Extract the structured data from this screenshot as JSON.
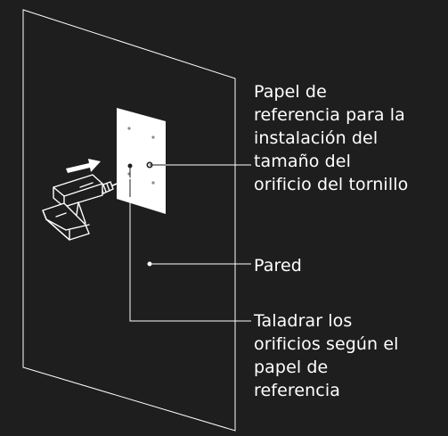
{
  "labels": {
    "reference_paper": {
      "lines": [
        "Papel de",
        "referencia para la",
        "instalación del",
        "tamaño del",
        "orificio del tornillo"
      ]
    },
    "wall": {
      "lines": [
        "Pared"
      ]
    },
    "drill_holes": {
      "lines": [
        "Taladrar los",
        "orificios según el",
        "papel de",
        "referencia"
      ]
    }
  },
  "colors": {
    "background": "#1e1e1e",
    "line": "#ffffff",
    "text": "#ffffff"
  },
  "icons": {
    "drill": "power-drill-icon",
    "arrow": "direction-arrow-icon"
  }
}
